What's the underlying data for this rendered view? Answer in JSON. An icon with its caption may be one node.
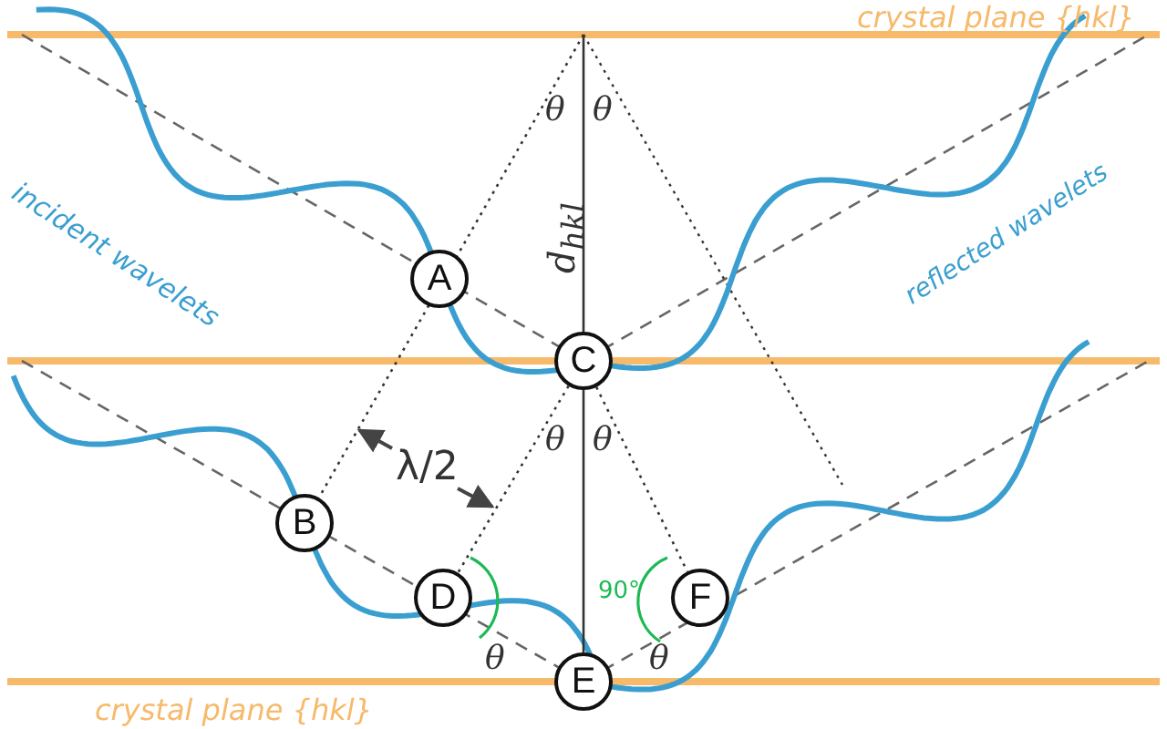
{
  "diagram": {
    "nodes": [
      {
        "text": [
          "A"
        ]
      },
      {
        "text": [
          "B"
        ]
      },
      {
        "text": [
          "C"
        ]
      },
      {
        "text": [
          "D"
        ]
      },
      {
        "text": [
          "E"
        ]
      },
      {
        "text": [
          "F"
        ]
      }
    ],
    "edges": [
      {
        "from": 2,
        "to": 3,
        "arrow": "none",
        "style": "dashed"
      },
      {
        "from": 2,
        "to": 5,
        "arrow": "none",
        "style": "dashed"
      },
      {
        "from": 2,
        "to": 4,
        "arrow": "none"
      },
      {
        "from": null,
        "to": 1,
        "arrow": "none",
        "style": "dashed"
      }
    ],
    "labels": [
      "crystal plane {hkl}",
      "incident wavelets",
      "θ",
      "θ",
      "d$_{hkl}$",
      "reflected wavelets",
      "θ",
      "θ",
      "λ/2",
      "90°",
      "θ",
      "θ",
      "crystal plane {hkl}"
    ]
  }
}
